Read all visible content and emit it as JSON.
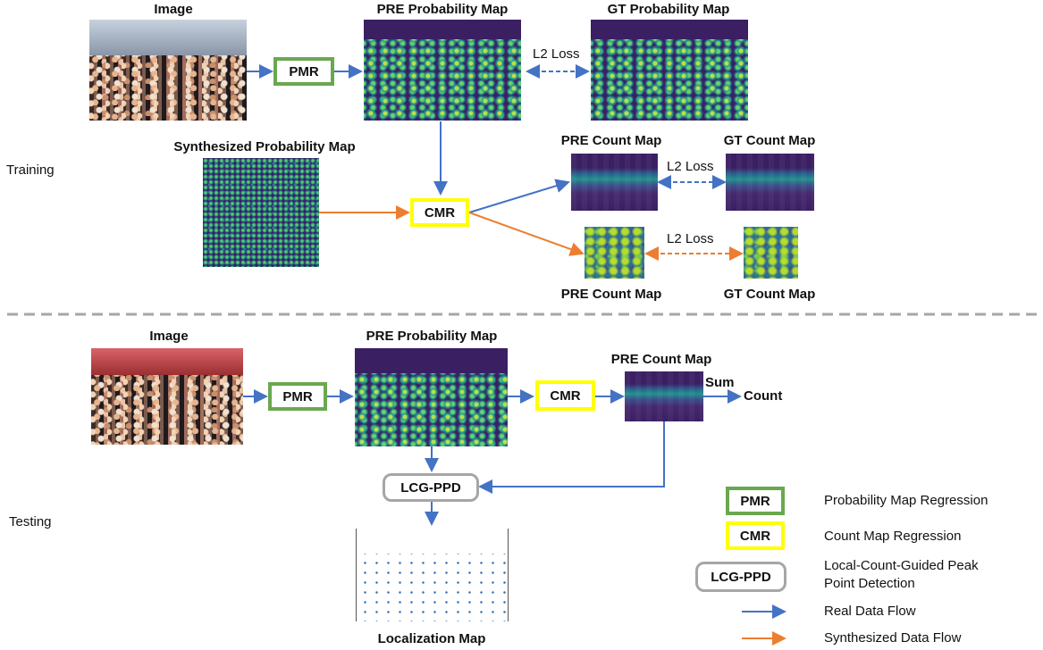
{
  "sections": {
    "training": "Training",
    "testing": "Testing"
  },
  "training": {
    "image_label": "Image",
    "pre_prob_label": "PRE Probability Map",
    "gt_prob_label": "GT Probability Map",
    "l2_loss_top": "L2 Loss",
    "synth_label": "Synthesized Probability Map",
    "pre_count_label": "PRE Count Map",
    "gt_count_label": "GT Count Map",
    "l2_loss_mid": "L2 Loss",
    "l2_loss_bottom": "L2 Loss",
    "pre_count_label_bottom": "PRE Count Map",
    "gt_count_label_bottom": "GT Count Map",
    "pmr": "PMR",
    "cmr": "CMR"
  },
  "testing": {
    "image_label": "Image",
    "pre_prob_label": "PRE Probability Map",
    "pre_count_label": "PRE Count Map",
    "sum": "Sum",
    "count": "Count",
    "pmr": "PMR",
    "cmr": "CMR",
    "lcg": "LCG-PPD",
    "localization_label": "Localization Map"
  },
  "legend": {
    "pmr_box": "PMR",
    "pmr_text": "Probability Map Regression",
    "cmr_box": "CMR",
    "cmr_text": "Count Map Regression",
    "lcg_box": "LCG-PPD",
    "lcg_text_1": "Local-Count-Guided Peak",
    "lcg_text_2": "Point Detection",
    "real_flow": "Real Data Flow",
    "synth_flow": "Synthesized Data Flow"
  },
  "colors": {
    "real_flow": "#4472c4",
    "synth_flow": "#ed7d31",
    "pmr_border": "#6aa84f",
    "cmr_border": "#ffff00",
    "lcg_border": "#a6a6a6",
    "divider": "#a6a6a6"
  }
}
